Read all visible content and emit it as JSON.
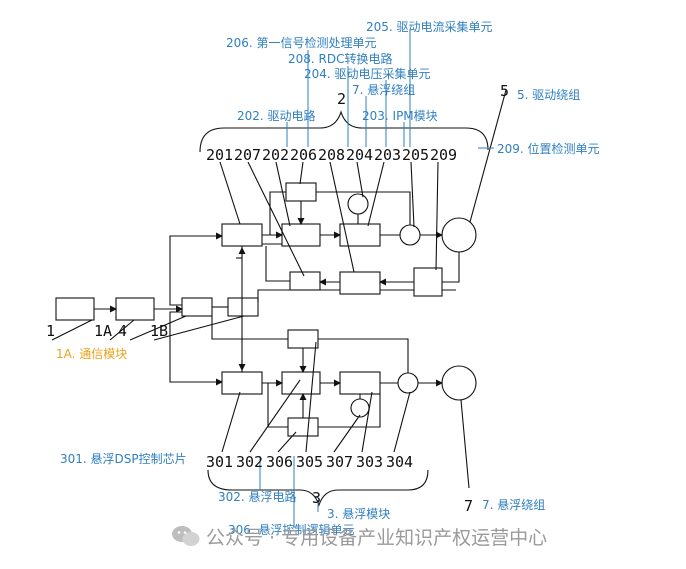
{
  "annotations": {
    "a205": "205. 驱动电流采集单元",
    "a206": "206. 第一信号检测处理单元",
    "a208": "208. RDC转换电路",
    "a204": "204. 驱动电压采集单元",
    "a7top": "7. 悬浮绕组",
    "a5": "5. 驱动绕组",
    "a202": "202. 驱动电路",
    "a203": "203. IPM模块",
    "a209": "209. 位置检测单元",
    "a1A": "1A. 通信模块",
    "a301": "301. 悬浮DSP控制芯片",
    "a302": "302. 悬浮电路",
    "a3": "3. 悬浮模块",
    "a306": "306. 悬浮控制逻辑单元",
    "a7bot": "7. 悬浮绕组"
  },
  "refs": {
    "r2": "2",
    "r5": "5",
    "r3": "3",
    "r7": "7",
    "r1": "1",
    "r1A": "1A",
    "r4": "4",
    "r1B": "1B",
    "r201": "201",
    "r207": "207",
    "r202": "202",
    "r206": "206",
    "r208": "208",
    "r204": "204",
    "r203": "203",
    "r205": "205",
    "r209": "209",
    "r301": "301",
    "r302": "302",
    "r306": "306",
    "r305": "305",
    "r307": "307",
    "r303": "303",
    "r304": "304"
  },
  "watermark": "公众号 · 专用设备产业知识产权运营中心",
  "colors": {
    "annotation": "#2f7fc1",
    "highlight": "#e8a21a",
    "line": "#111111",
    "watermark": "#9a9a9a"
  }
}
